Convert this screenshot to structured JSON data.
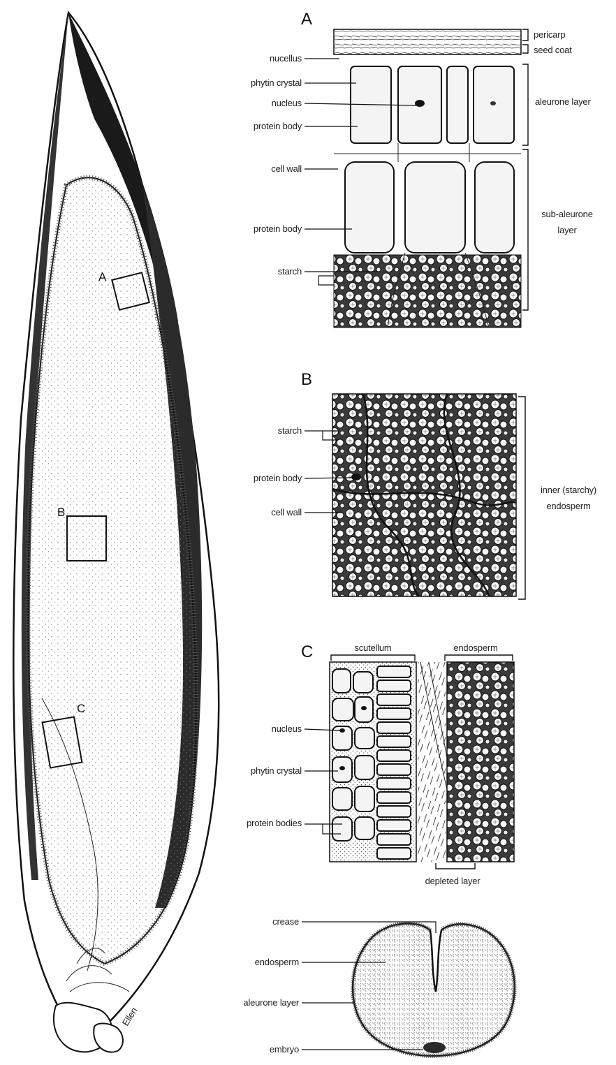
{
  "sign": "Ellen",
  "kernel": {
    "box_labels": [
      "A",
      "B",
      "C"
    ]
  },
  "panel_a": {
    "letter": "A",
    "left_labels": [
      "nucellus",
      "phytin crystal",
      "nucleus",
      "protein body",
      "cell wall",
      "protein body",
      "starch"
    ],
    "right_labels": [
      "pericarp",
      "seed coat",
      "aleurone layer",
      "sub-aleurone",
      "layer"
    ]
  },
  "panel_b": {
    "letter": "B",
    "left_labels": [
      "starch",
      "protein body",
      "cell wall"
    ],
    "right_labels": [
      "inner (starchy)",
      "endosperm"
    ]
  },
  "panel_c": {
    "letter": "C",
    "top_labels": [
      "scutellum",
      "endosperm"
    ],
    "left_labels": [
      "nucleus",
      "phytin crystal",
      "protein bodies"
    ],
    "bottom_label": "depleted layer"
  },
  "cross_section": {
    "left_labels": [
      "crease",
      "endosperm",
      "aleurone layer",
      "embryo"
    ]
  }
}
